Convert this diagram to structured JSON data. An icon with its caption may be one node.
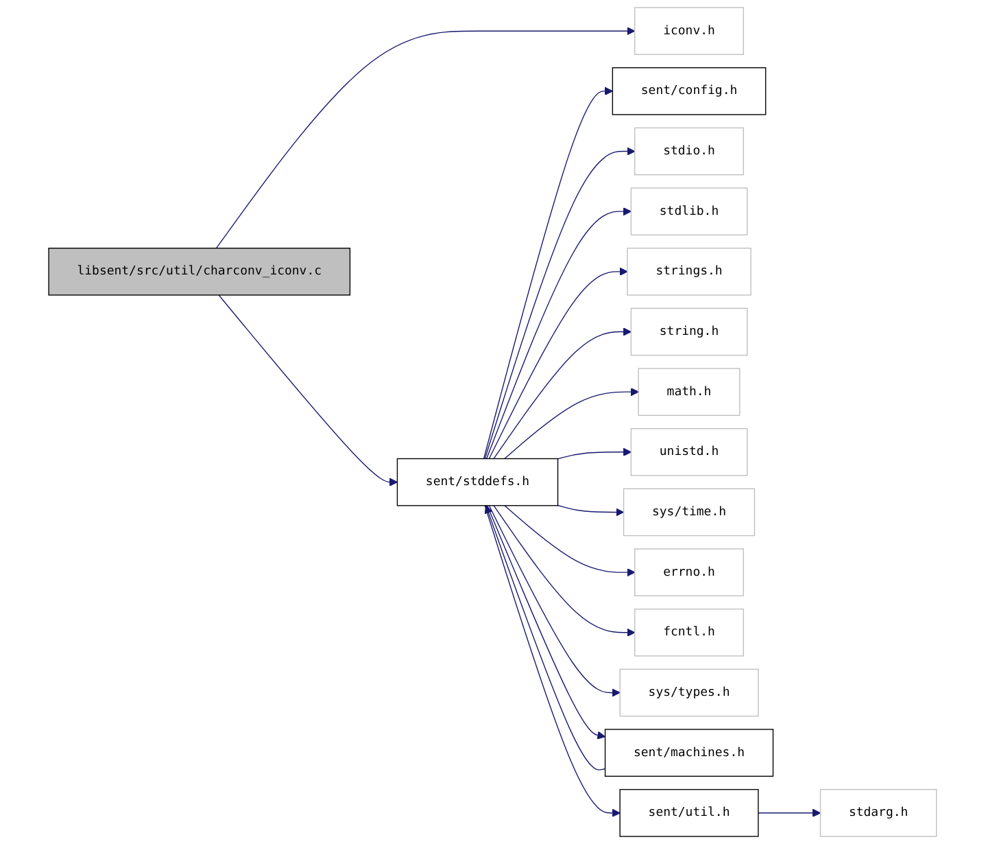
{
  "diagram": {
    "nodes": [
      {
        "text": [
          "libsent/src/util/charconv_iconv.c"
        ]
      },
      {
        "text": [
          "sent/stddefs.h"
        ]
      },
      {
        "text": [
          "iconv.h"
        ]
      },
      {
        "text": [
          "sent/config.h"
        ]
      },
      {
        "text": [
          "stdio.h"
        ]
      },
      {
        "text": [
          "stdlib.h"
        ]
      },
      {
        "text": [
          "strings.h"
        ]
      },
      {
        "text": [
          "string.h"
        ]
      },
      {
        "text": [
          "math.h"
        ]
      },
      {
        "text": [
          "unistd.h"
        ]
      },
      {
        "text": [
          "sys/time.h"
        ]
      },
      {
        "text": [
          "errno.h"
        ]
      },
      {
        "text": [
          "fcntl.h"
        ]
      },
      {
        "text": [
          "sys/types.h"
        ]
      },
      {
        "text": [
          "sent/machines.h"
        ]
      },
      {
        "text": [
          "sent/util.h"
        ]
      },
      {
        "text": [
          "stdarg.h"
        ]
      }
    ],
    "edges": [
      {
        "from": 0,
        "to": 1,
        "arrow": "to"
      },
      {
        "from": 0,
        "to": 2,
        "arrow": "to"
      },
      {
        "from": 1,
        "to": 3,
        "arrow": "to"
      },
      {
        "from": 1,
        "to": 4,
        "arrow": "to"
      },
      {
        "from": 1,
        "to": 5,
        "arrow": "to"
      },
      {
        "from": 1,
        "to": 6,
        "arrow": "to"
      },
      {
        "from": 1,
        "to": 7,
        "arrow": "to"
      },
      {
        "from": 1,
        "to": 8,
        "arrow": "to"
      },
      {
        "from": 1,
        "to": 9,
        "arrow": "to"
      },
      {
        "from": 1,
        "to": 10,
        "arrow": "to"
      },
      {
        "from": 1,
        "to": 11,
        "arrow": "to"
      },
      {
        "from": 1,
        "to": 12,
        "arrow": "to"
      },
      {
        "from": 1,
        "to": 13,
        "arrow": "to"
      },
      {
        "from": 1,
        "to": 14,
        "arrow": "to"
      },
      {
        "from": 14,
        "to": 1,
        "arrow": "to"
      },
      {
        "from": 1,
        "to": 15,
        "arrow": "to"
      },
      {
        "from": 15,
        "to": 16,
        "arrow": "to"
      }
    ]
  }
}
